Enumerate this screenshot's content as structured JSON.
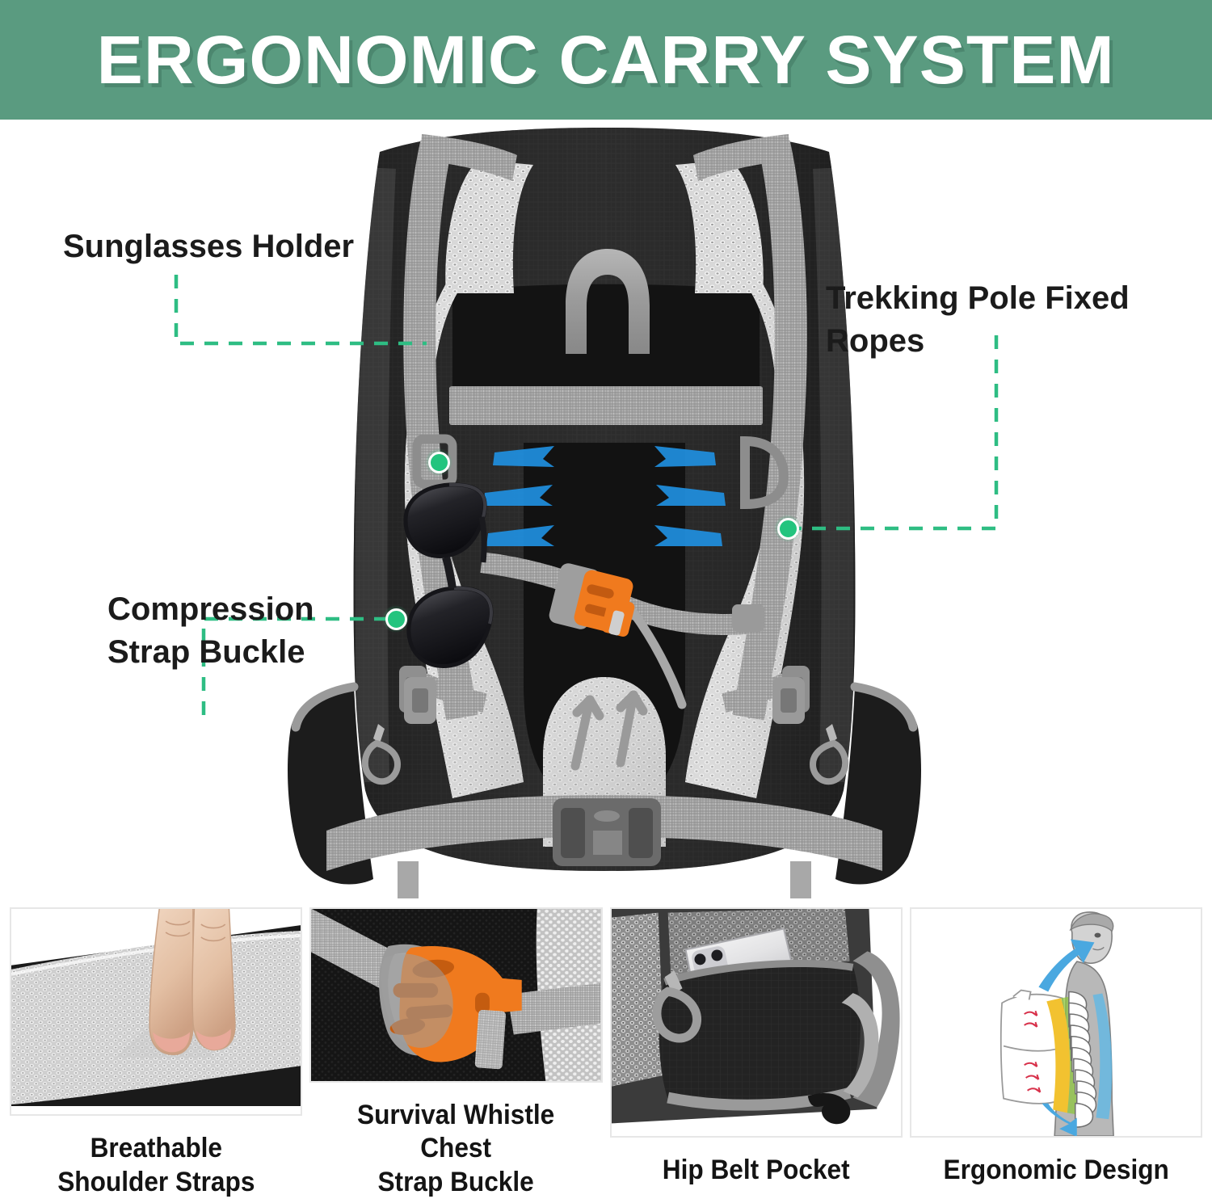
{
  "header": {
    "title": "ERGONOMIC CARRY SYSTEM",
    "band_color": "#5a9b80",
    "title_color": "#ffffff"
  },
  "accent": {
    "marker_green": "#23c47e",
    "dash_green": "#2ebd83",
    "buckle_orange": "#f07a1e",
    "airflow_blue": "#1f8fe0"
  },
  "hero": {
    "product": "hiking backpack rear view",
    "callouts": [
      {
        "id": "sunglasses-holder",
        "label": "Sunglasses Holder"
      },
      {
        "id": "trekking-pole-fixed-ropes",
        "label": "Trekking Pole Fixed Ropes"
      },
      {
        "id": "compression-strap-buckle",
        "label": "Compression\nStrap Buckle"
      }
    ]
  },
  "thumbnails": [
    {
      "id": "breathable-shoulder-straps",
      "caption": "Breathable\nShoulder Straps"
    },
    {
      "id": "survival-whistle-chest-strap-buckle",
      "caption": "Survival Whistle Chest\nStrap Buckle"
    },
    {
      "id": "hip-belt-pocket",
      "caption": "Hip Belt Pocket"
    },
    {
      "id": "ergonomic-design",
      "caption": "Ergonomic Design"
    }
  ]
}
